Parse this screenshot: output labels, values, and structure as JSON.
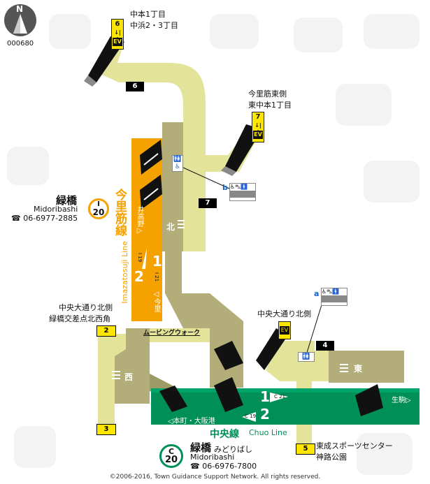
{
  "compass": {
    "letter": "N"
  },
  "map_id": "000680",
  "colors": {
    "corridor": "#e3e39a",
    "imazatosuji": "#f5a100",
    "chuo": "#008f57",
    "building": "#b3ae79",
    "exit_yellow": "#ffe600"
  },
  "exits": {
    "e6": {
      "number": "6",
      "escalator": "↓|↑",
      "elevator": "EV",
      "label": "6",
      "dest_line1": "中本1丁目",
      "dest_line2": "中浜2・3丁目"
    },
    "e7": {
      "number": "7",
      "escalator": "↓|↑",
      "elevator": "EV",
      "label": "7",
      "dest_line1": "今里筋東側",
      "dest_line2": "東中本1丁目"
    },
    "e2": {
      "label": "2",
      "dest_line1": "中央大通り北側",
      "dest_line2": "緑橋交差点北西角"
    },
    "e3": {
      "label": "3"
    },
    "e4": {
      "elevator": "EV",
      "label": "4",
      "dest_line1": "中央大通り北側"
    },
    "e5": {
      "label": "5",
      "dest_line1": "東成スポーツセンター",
      "dest_line2": "神路公園"
    }
  },
  "facilities": {
    "b_label": "b",
    "a_label": "a"
  },
  "areas": {
    "north": "北",
    "west": "西",
    "east": "東",
    "moving_walk": "ムービングウォーク"
  },
  "imazatosuji": {
    "station_name": "緑橋",
    "station_name_en": "Midoribashi",
    "phone": "☎ 06-6977-2885",
    "badge_letter": "I",
    "badge_number": "20",
    "line_name": "今里筋線",
    "line_name_en": "Imazatosuji Line",
    "dir_north": "井高野▷",
    "dir_south": "◁今里",
    "platform_1": "1",
    "platform_2": "2",
    "next_north_code": "I 19",
    "next_south_code": "I 21"
  },
  "chuo": {
    "station_name": "緑橋",
    "station_kana": "みどりばし",
    "station_name_en": "Midoribashi",
    "phone": "☎ 06-6976-7800",
    "badge_letter": "C",
    "badge_number": "20",
    "line_name": "中央線",
    "line_name_en": "Chuo Line",
    "dir_west": "◁本町・大阪港",
    "dir_east": "生駒▷",
    "platform_1": "1",
    "platform_2": "2",
    "next_east_code": "C 21",
    "next_west_code": "C 19"
  },
  "copyright": "©2006-2016, Town Guidance Support Network. All rights reserved."
}
